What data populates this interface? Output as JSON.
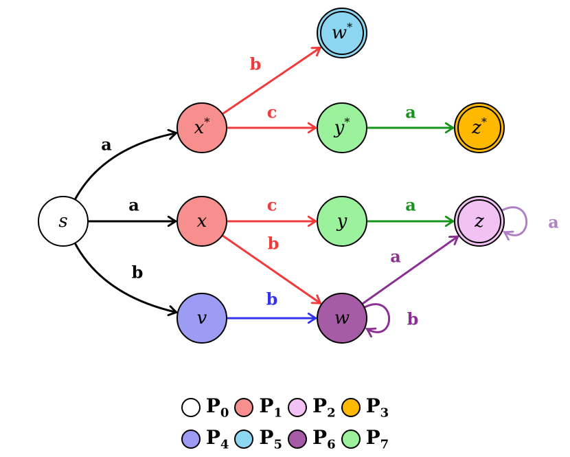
{
  "colors": {
    "P0": "#ffffff",
    "P1": "#f88f8f",
    "P2": "#f2c2f5",
    "P3": "#ffb900",
    "P4": "#9c9cf5",
    "P5": "#8cd6f2",
    "P6": "#a65ba7",
    "P7": "#9cf29c",
    "black": "#000000",
    "red": "#f23a3a",
    "green": "#15931a",
    "blue": "#3333ee",
    "purple": "#8a2f94",
    "lightpurple": "#b07fc4"
  },
  "nodes": {
    "s": {
      "name": "s",
      "sup": "",
      "class": "P0",
      "accepting": false
    },
    "xs": {
      "name": "x",
      "sup": "*",
      "class": "P1",
      "accepting": false
    },
    "ws": {
      "name": "w",
      "sup": "*",
      "class": "P5",
      "accepting": true
    },
    "ys": {
      "name": "y",
      "sup": "*",
      "class": "P7",
      "accepting": false
    },
    "zs": {
      "name": "z",
      "sup": "*",
      "class": "P3",
      "accepting": true
    },
    "x": {
      "name": "x",
      "sup": "",
      "class": "P1",
      "accepting": false
    },
    "y": {
      "name": "y",
      "sup": "",
      "class": "P7",
      "accepting": false
    },
    "z": {
      "name": "z",
      "sup": "",
      "class": "P2",
      "accepting": true
    },
    "v": {
      "name": "v",
      "sup": "",
      "class": "P4",
      "accepting": false
    },
    "w": {
      "name": "w",
      "sup": "",
      "class": "P6",
      "accepting": false
    }
  },
  "edges": [
    {
      "from": "s",
      "to": "xs",
      "label": "a",
      "color": "black"
    },
    {
      "from": "s",
      "to": "x",
      "label": "a",
      "color": "black"
    },
    {
      "from": "s",
      "to": "v",
      "label": "b",
      "color": "black"
    },
    {
      "from": "xs",
      "to": "ws",
      "label": "b",
      "color": "red"
    },
    {
      "from": "xs",
      "to": "ys",
      "label": "c",
      "color": "red"
    },
    {
      "from": "ys",
      "to": "zs",
      "label": "a",
      "color": "green"
    },
    {
      "from": "x",
      "to": "y",
      "label": "c",
      "color": "red"
    },
    {
      "from": "x",
      "to": "w",
      "label": "b",
      "color": "red"
    },
    {
      "from": "y",
      "to": "z",
      "label": "a",
      "color": "green"
    },
    {
      "from": "v",
      "to": "w",
      "label": "b",
      "color": "blue"
    },
    {
      "from": "w",
      "to": "z",
      "label": "a",
      "color": "purple"
    },
    {
      "from": "w",
      "to": "w",
      "label": "b",
      "color": "purple"
    },
    {
      "from": "z",
      "to": "z",
      "label": "a",
      "color": "lightpurple"
    }
  ],
  "legend": [
    [
      {
        "key": "P0",
        "label": "P",
        "sub": "0"
      },
      {
        "key": "P1",
        "label": "P",
        "sub": "1"
      },
      {
        "key": "P2",
        "label": "P",
        "sub": "2"
      },
      {
        "key": "P3",
        "label": "P",
        "sub": "3"
      }
    ],
    [
      {
        "key": "P4",
        "label": "P",
        "sub": "4"
      },
      {
        "key": "P5",
        "label": "P",
        "sub": "5"
      },
      {
        "key": "P6",
        "label": "P",
        "sub": "6"
      },
      {
        "key": "P7",
        "label": "P",
        "sub": "7"
      }
    ]
  ]
}
